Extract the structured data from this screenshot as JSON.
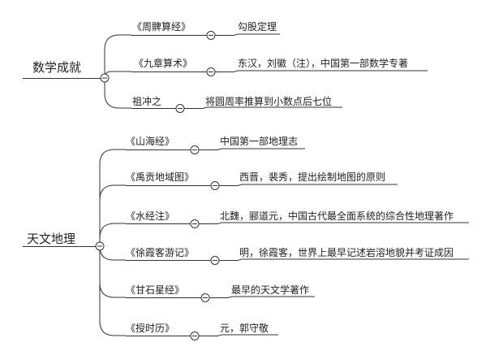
{
  "mindmap": {
    "groups": [
      {
        "title": "数学成就",
        "items": [
          {
            "label": "《周髀算经》",
            "detail": "勾股定理"
          },
          {
            "label": "《九章算术》",
            "detail": "东汉，刘徽（注），中国第一部数学专著"
          },
          {
            "label": "祖冲之",
            "detail": "将圆周率推算到小数点后七位"
          }
        ]
      },
      {
        "title": "天文地理",
        "items": [
          {
            "label": "《山海经》",
            "detail": "中国第一部地理志"
          },
          {
            "label": "《禹贡地域图》",
            "detail": "西晋，裴秀，提出绘制地图的原则"
          },
          {
            "label": "《水经注》",
            "detail": "北魏，郦道元，中国古代最全面系统的综合性地理著作"
          },
          {
            "label": "《徐霞客游记》",
            "detail": "明，徐霞客，世界上最早记述岩溶地貌并考证成因"
          },
          {
            "label": "《甘石星经》",
            "detail": "最早的天文学著作"
          },
          {
            "label": "《授时历》",
            "detail": "元，郭守敬"
          }
        ]
      }
    ]
  },
  "colors": {
    "line": "#333333",
    "text": "#222222",
    "background": "#ffffff"
  },
  "icons": {
    "collapse": "collapse-toggle-icon"
  }
}
